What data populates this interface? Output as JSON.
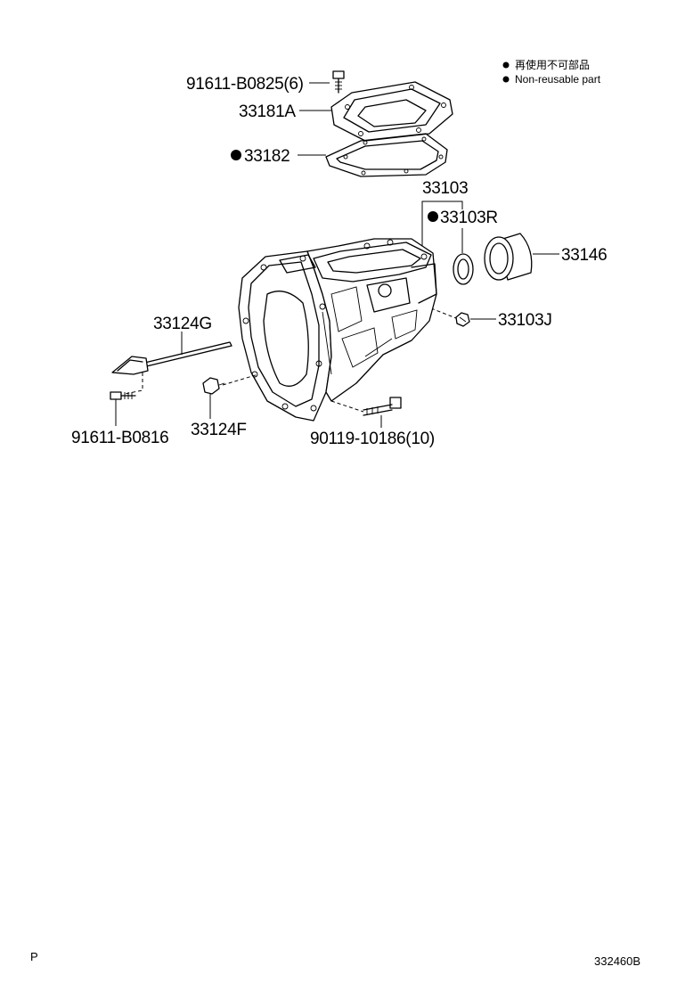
{
  "legend": {
    "jp_label": "再使用不可部品",
    "en_label": "Non-reusable part"
  },
  "labels": {
    "bolt_top": "91611-B0825(6)",
    "cover": "33181A",
    "gasket": "33182",
    "case": "33103",
    "seal": "33103R",
    "sleeve": "33146",
    "plug": "33103J",
    "rod": "33124G",
    "clip": "33124F",
    "bolt_left": "91611-B0816",
    "bolt_bottom": "90119-10186(10)"
  },
  "footer": {
    "page_mark": "P",
    "diagram_code": "332460B"
  }
}
